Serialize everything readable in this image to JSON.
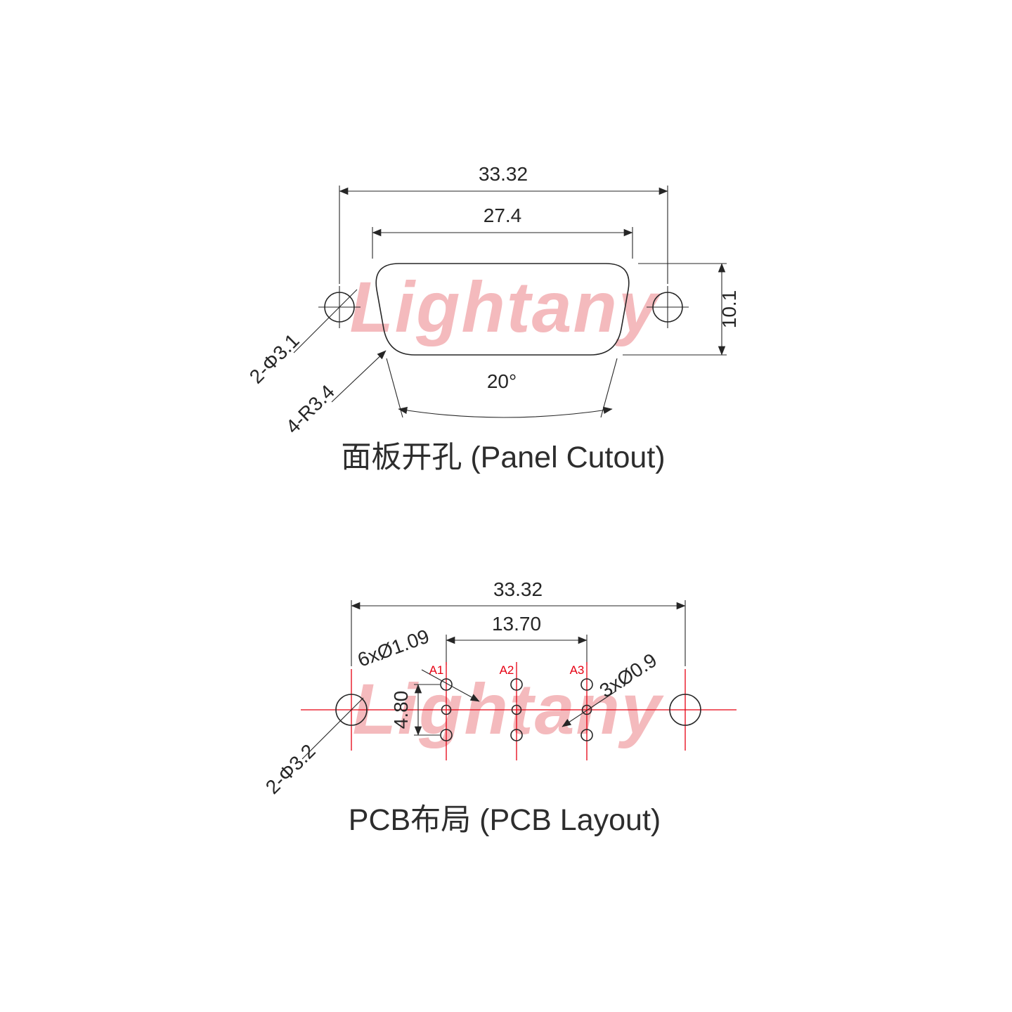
{
  "watermark_text": "Lightany",
  "colors": {
    "line": "#262626",
    "red": "#e60012",
    "watermark": "#f4babd",
    "title": "#2d2d2d"
  },
  "panel_cutout": {
    "title": "面板开孔 (Panel Cutout)",
    "dims": {
      "overall_width": "33.32",
      "cutout_width": "27.4",
      "height": "10.1",
      "side_angle": "20°"
    },
    "labels": {
      "mounting_holes": "2-Φ3.1",
      "corner_radius": "4-R3.4"
    }
  },
  "pcb_layout": {
    "title": "PCB布局 (PCB Layout)",
    "dims": {
      "overall_width": "33.32",
      "coax_span": "13.70",
      "row_pitch": "4.80"
    },
    "labels": {
      "signal_holes": "6xØ1.09",
      "center_holes": "3xØ0.9",
      "mounting_holes": "2-Φ3.2"
    },
    "pads": [
      "A1",
      "A2",
      "A3"
    ]
  }
}
